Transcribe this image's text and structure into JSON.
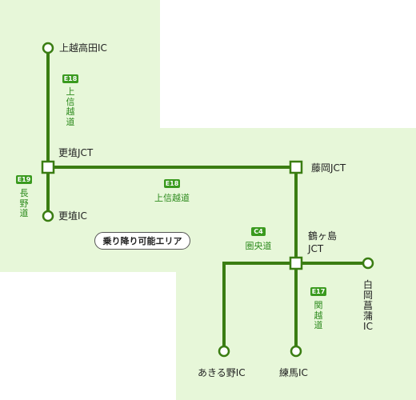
{
  "colors": {
    "area_fill": "#e7f7d9",
    "road": "#3a7d12",
    "node_fill": "#ffffff",
    "label_green": "#2e8b1e",
    "badge_bg": "#3a9a1e"
  },
  "area_label": "乗り降り可能エリア",
  "interchanges": {
    "joetsu_takada": "上越高田IC",
    "kouhoku_jct": "更埴JCT",
    "kouhoku_ic": "更埴IC",
    "fujioka_jct": "藤岡JCT",
    "tsurugashima_jct_line1": "鶴ヶ島",
    "tsurugashima_jct_line2": "JCT",
    "shirao_kabamura": "白岡菖蒲IC",
    "akiruno": "あきる野IC",
    "nerima": "練馬IC"
  },
  "routes": {
    "joshinetsu_north": {
      "code": "E18",
      "name": "上信越道"
    },
    "joshinetsu_east": {
      "code": "E18",
      "name": "上信越道"
    },
    "nagano": {
      "code": "E19",
      "name": "長野道"
    },
    "kenodo": {
      "code": "C4",
      "name": "圏央道"
    },
    "kanetsu": {
      "code": "E17",
      "name": "関越道"
    }
  }
}
